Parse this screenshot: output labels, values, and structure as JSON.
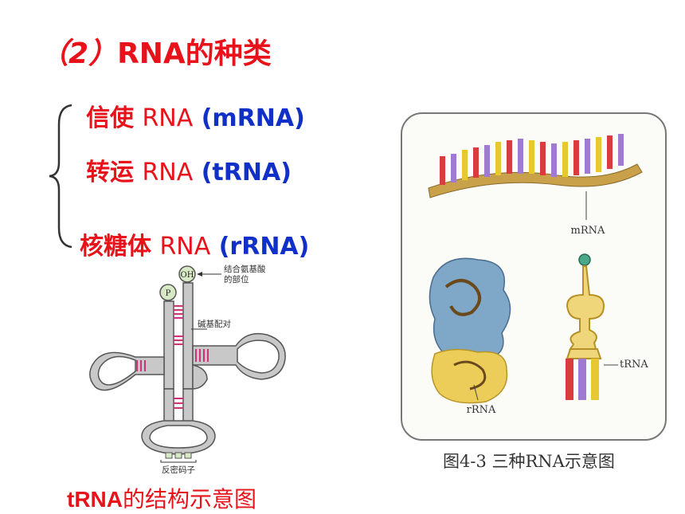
{
  "title": {
    "number": "（2）",
    "text": "RNA的种类"
  },
  "types": [
    {
      "cn": "信使",
      "en": "RNA",
      "abbr": "(mRNA)"
    },
    {
      "cn": "转运",
      "en": "RNA",
      "abbr": "(tRNA)"
    },
    {
      "cn": "核糖体",
      "en": "RNA",
      "abbr": "(rRNA)"
    }
  ],
  "trna_diagram": {
    "oh_label": "OH",
    "p_label": "P",
    "amino_site_label": "结合氨基酸的部位",
    "amino_site_label_line1": "结合氨基酸",
    "amino_site_label_line2": "的部位",
    "base_pair_label": "碱基配对",
    "anticodon_label": "反密码子",
    "caption_bold": "tRNA",
    "caption_rest": "的结构示意图",
    "colors": {
      "tube": "#c8c8c8",
      "outline": "#555555",
      "pairs": "#d0307a"
    }
  },
  "figure": {
    "mrna_label": "mRNA",
    "trna_label": "tRNA",
    "rrna_label": "rRNA",
    "caption": "图4-3  三种RNA示意图"
  }
}
